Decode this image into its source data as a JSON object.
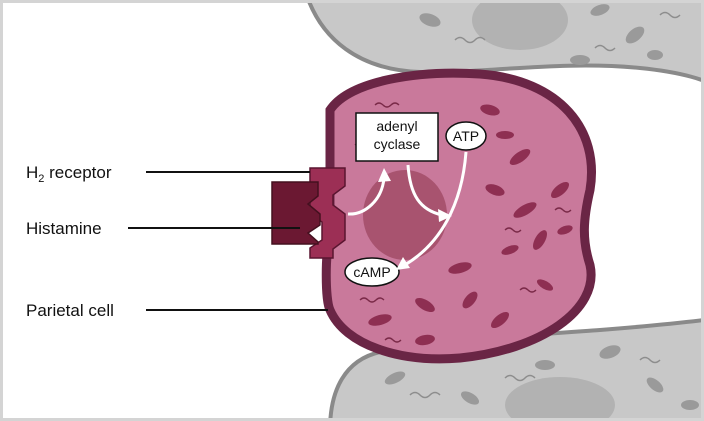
{
  "labels": {
    "h2_receptor_prefix": "H",
    "h2_receptor_sub": "2",
    "h2_receptor_suffix": " receptor",
    "histamine": "Histamine",
    "parietal_cell": "Parietal cell"
  },
  "cell_labels": {
    "enzyme_line1": "adenyl",
    "enzyme_line2": "cyclase",
    "atp": "ATP",
    "camp": "cAMP"
  },
  "colors": {
    "cell_fill": "#c9799b",
    "cell_membrane": "#6a2545",
    "nucleus": "#a8536f",
    "organelle": "#8e2f52",
    "neighbor_cell": "#c8c8c8",
    "neighbor_outline": "#8a8a8a",
    "receptor": "#9c2f55",
    "histamine": "#6b1832"
  }
}
